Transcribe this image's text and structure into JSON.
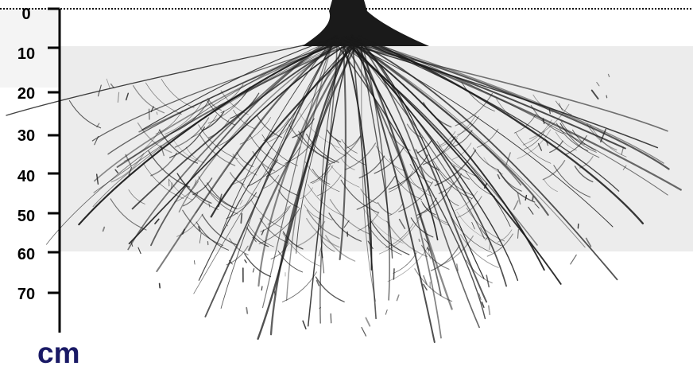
{
  "depth_axis": {
    "unit": "cm",
    "ticks": [
      "0",
      "10",
      "20",
      "30",
      "40",
      "50",
      "60",
      "70"
    ]
  },
  "colors": {
    "roots": "#1a1a1a",
    "zone_band": "#ececec",
    "top_band": "#f4f4f4",
    "unit_text": "#1a1a66",
    "axis": "#000000"
  },
  "illustration": {
    "subject": "plant root system",
    "shaded_zone_depth_cm": [
      10,
      60
    ]
  }
}
